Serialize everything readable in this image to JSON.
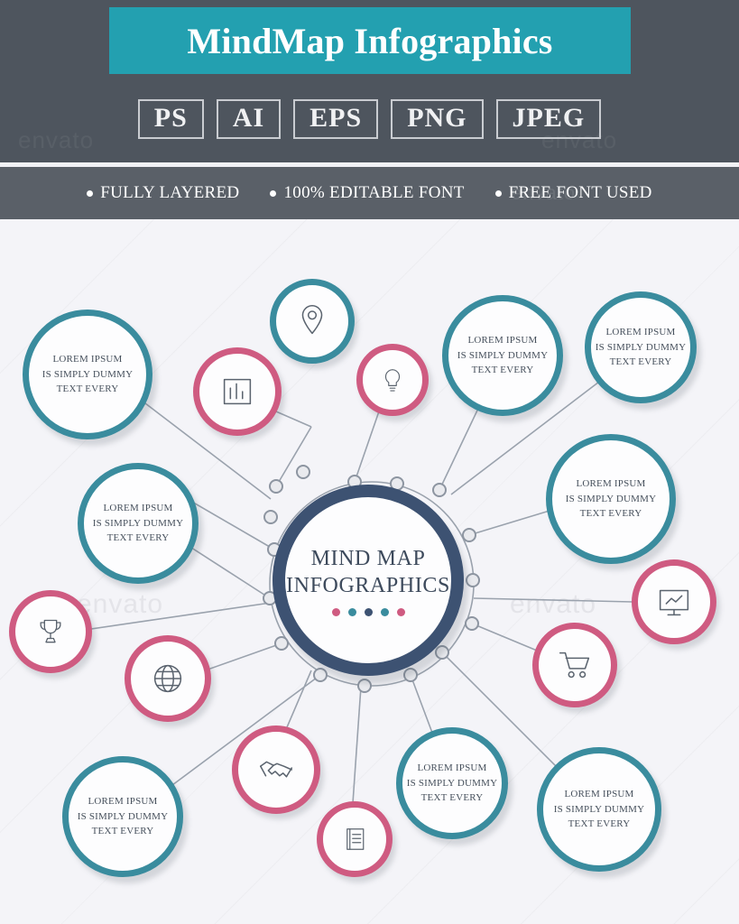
{
  "header": {
    "title": "MindMap Infographics",
    "formats": [
      "PS",
      "AI",
      "EPS",
      "PNG",
      "JPEG"
    ],
    "features": [
      "FULLY LAYERED",
      "100% EDITABLE FONT",
      "FREE FONT USED"
    ],
    "band_color": "#23a0b0",
    "bg_color": "#4e555e",
    "feature_bar_color": "#5a6068"
  },
  "watermarks": {
    "text": "envato",
    "top_left": "envato",
    "top_right": "envato"
  },
  "center": {
    "line1": "MIND MAP",
    "line2": "INFOGRAPHICS",
    "dot_colors": [
      "#cf5b81",
      "#3a8c9e",
      "#3d5272",
      "#3a8c9e",
      "#cf5b81"
    ],
    "ring_color": "#3d5272"
  },
  "colors": {
    "teal": "#3a8c9e",
    "pink": "#cf5b81",
    "navy": "#3d5272",
    "node_fill": "#fdfdfe",
    "link": "#9aa2ad",
    "canvas": "#f4f4f8"
  },
  "text_nodes": [
    {
      "id": "tn-left-top",
      "color": "teal",
      "lines": [
        "LOREM IPSUM",
        "IS SIMPLY DUMMY",
        "TEXT EVERY"
      ]
    },
    {
      "id": "tn-left-mid",
      "color": "teal",
      "lines": [
        "LOREM IPSUM",
        "IS SIMPLY DUMMY",
        "TEXT EVERY"
      ]
    },
    {
      "id": "tn-top-right-inner",
      "color": "teal",
      "lines": [
        "LOREM IPSUM",
        "IS SIMPLY DUMMY",
        "TEXT EVERY"
      ]
    },
    {
      "id": "tn-top-right-outer",
      "color": "teal",
      "lines": [
        "LOREM IPSUM",
        "IS SIMPLY DUMMY",
        "TEXT EVERY"
      ]
    },
    {
      "id": "tn-right-upper",
      "color": "teal",
      "lines": [
        "LOREM IPSUM",
        "IS SIMPLY DUMMY",
        "TEXT EVERY"
      ]
    },
    {
      "id": "tn-bottom-left",
      "color": "teal",
      "lines": [
        "LOREM IPSUM",
        "IS SIMPLY DUMMY",
        "TEXT EVERY"
      ]
    },
    {
      "id": "tn-bottom-mid",
      "color": "teal",
      "lines": [
        "LOREM IPSUM",
        "IS SIMPLY DUMMY",
        "TEXT EVERY"
      ]
    },
    {
      "id": "tn-bottom-right",
      "color": "teal",
      "lines": [
        "LOREM IPSUM",
        "IS SIMPLY DUMMY",
        "TEXT EVERY"
      ]
    }
  ],
  "icon_nodes": [
    {
      "id": "icon-location",
      "icon": "map-pin-icon",
      "color": "teal"
    },
    {
      "id": "icon-chart",
      "icon": "bar-chart-icon",
      "color": "pink"
    },
    {
      "id": "icon-idea",
      "icon": "lightbulb-icon",
      "color": "pink"
    },
    {
      "id": "icon-trophy",
      "icon": "trophy-icon",
      "color": "pink"
    },
    {
      "id": "icon-globe",
      "icon": "globe-icon",
      "color": "pink"
    },
    {
      "id": "icon-handshake",
      "icon": "handshake-icon",
      "color": "pink"
    },
    {
      "id": "icon-notebook",
      "icon": "notebook-icon",
      "color": "pink"
    },
    {
      "id": "icon-monitor",
      "icon": "monitor-icon",
      "color": "pink"
    },
    {
      "id": "icon-cart",
      "icon": "shopping-cart-icon",
      "color": "pink"
    }
  ]
}
